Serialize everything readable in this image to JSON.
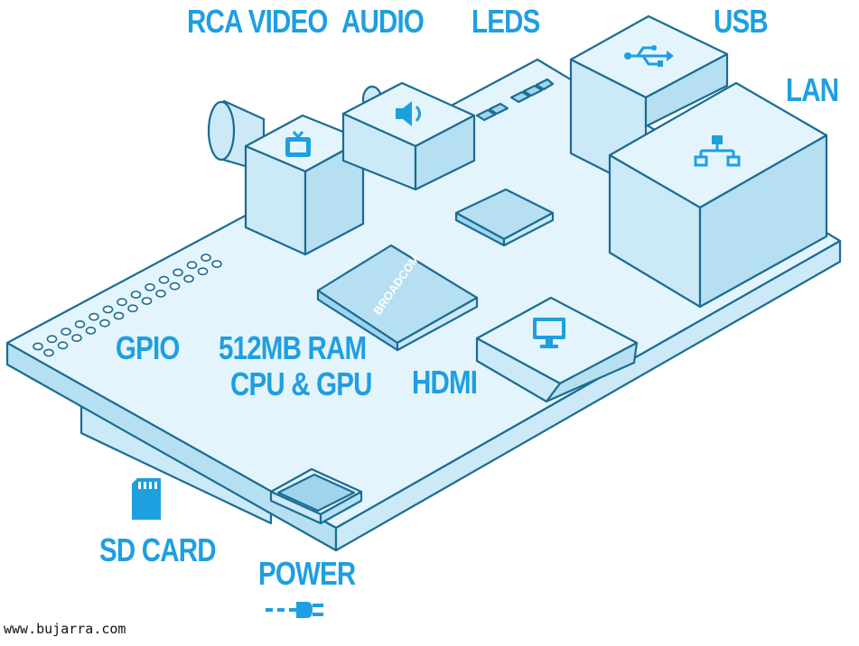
{
  "diagram": {
    "labels": {
      "rca_video": "RCA VIDEO",
      "audio": "AUDIO",
      "leds": "LEDS",
      "usb": "USB",
      "lan": "LAN",
      "gpio": "GPIO",
      "ram_line1": "512MB RAM",
      "ram_line2": "CPU & GPU",
      "hdmi": "HDMI",
      "sd_card": "SD CARD",
      "power": "POWER",
      "chip_brand": "BROADCOM"
    },
    "watermark": "www.bujarra.com",
    "icons": [
      "tv-icon",
      "speaker-icon",
      "usb-icon",
      "network-icon",
      "monitor-icon",
      "sd-card-icon",
      "power-plug-icon"
    ],
    "colors": {
      "accent": "#1e9fe0",
      "board_fill": "#dff2fb",
      "stroke": "#1a6d92"
    }
  }
}
